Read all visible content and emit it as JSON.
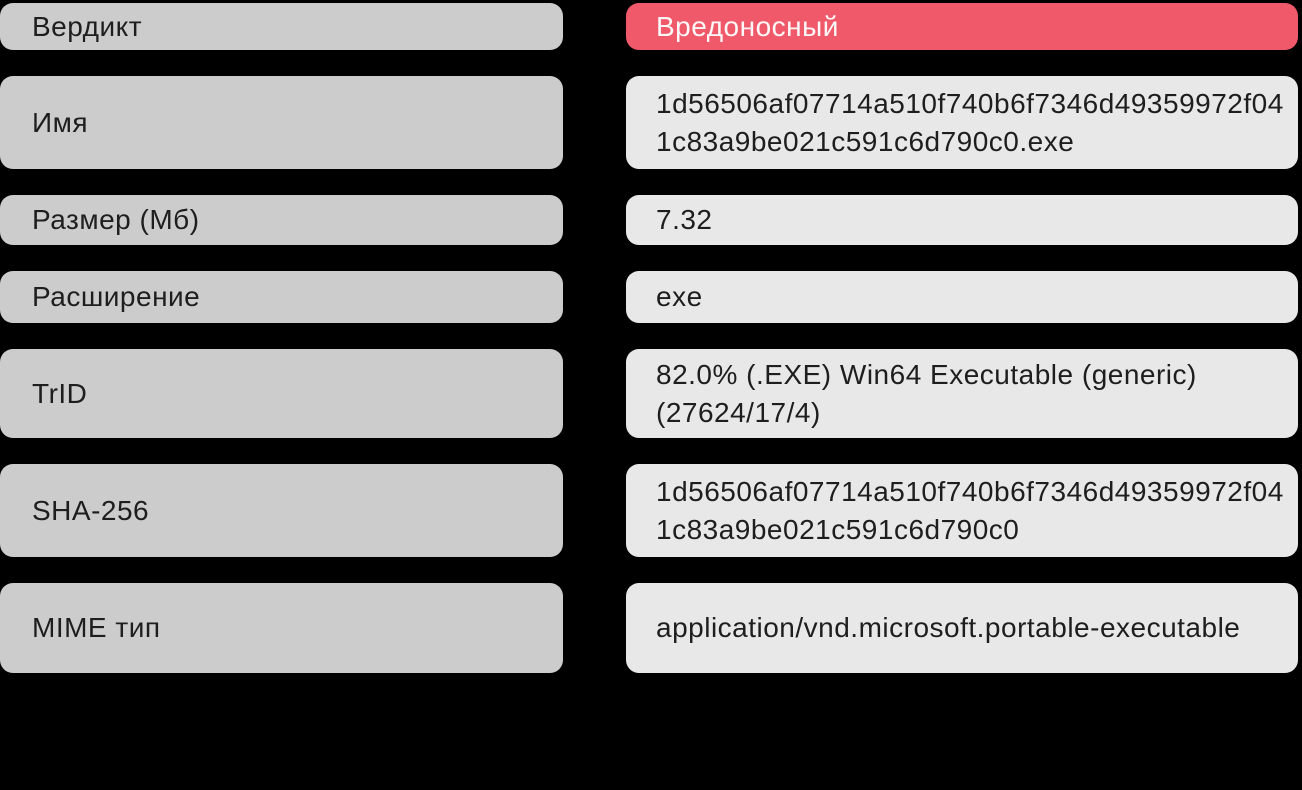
{
  "colors": {
    "page_bg": "#000000",
    "label_bg": "#cccccc",
    "value_bg": "#e8e8e8",
    "verdict_bg": "#f0596a",
    "verdict_text": "#fdf7f7",
    "text": "#1e1e1e"
  },
  "report": {
    "rows": [
      {
        "label": "Вердикт",
        "value": "Вредоносный",
        "status": "malicious"
      },
      {
        "label": "Имя",
        "value": "1d56506af07714a510f740b6f7346d49359972f041c83a9be021c591c6d790c0.exe"
      },
      {
        "label": "Размер (Мб)",
        "value": "7.32"
      },
      {
        "label": "Расширение",
        "value": "exe"
      },
      {
        "label": "TrID",
        "value": "82.0% (.EXE) Win64 Executable (generic) (27624/17/4)"
      },
      {
        "label": "SHA-256",
        "value": "1d56506af07714a510f740b6f7346d49359972f041c83a9be021c591c6d790c0"
      },
      {
        "label": "MIME тип",
        "value": "application/vnd.microsoft.portable-executable"
      }
    ]
  }
}
